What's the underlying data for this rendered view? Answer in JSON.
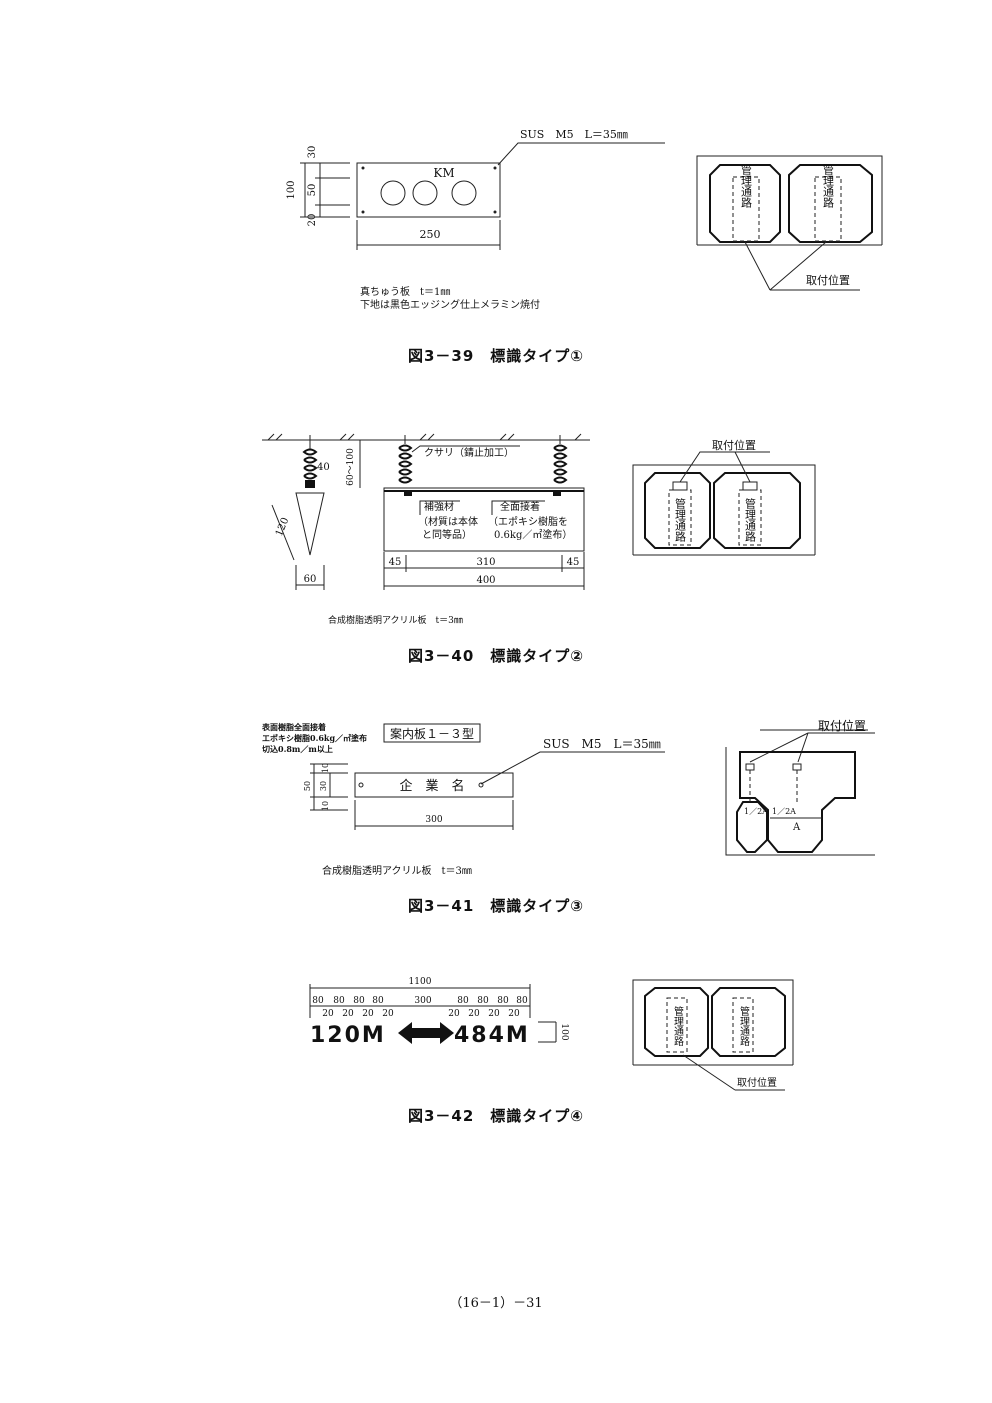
{
  "fig39": {
    "caption": "図3－39　標識タイプ①",
    "bolt": "SUS　M5　L＝35㎜",
    "plate_text": "KM",
    "dim_30": "30",
    "dim_50": "50",
    "dim_20": "20",
    "dim_100": "100",
    "dim_250": "250",
    "note1": "真ちゅう板　t＝1㎜",
    "note2": "下地は黒色エッジング仕上メラミン焼付",
    "tunnel_label": "管理通路",
    "mount": "取付位置"
  },
  "fig40": {
    "caption": "図3－40　標識タイプ②",
    "chain": "クサリ（錆止加工）",
    "dim_40": "40",
    "dim_60_100": "60～100",
    "dim_120": "120",
    "dim_60": "60",
    "reinforce": "補強材",
    "reinforce_note1": "（材質は本体",
    "reinforce_note2": "と同等品）",
    "bond": "全面接着",
    "bond_note1": "（エポキシ樹脂を",
    "bond_note2": "0.6kg／㎡塗布）",
    "dim_45a": "45",
    "dim_310": "310",
    "dim_45b": "45",
    "dim_400": "400",
    "note": "合成樹脂透明アクリル板　t＝3㎜",
    "tunnel_label": "管理通路",
    "mount": "取付位置"
  },
  "fig41": {
    "caption": "図3－41　標識タイプ③",
    "note_a": "表面樹脂全面接着",
    "note_b": "エポキシ樹脂0.6kg／㎡塗布",
    "note_c": "切込0.8m／m以上",
    "boxed": "案内板１－３型",
    "bolt": "SUS　M5　L＝35㎜",
    "plate_text": "企　業　名",
    "dim_10a": "10",
    "dim_30": "30",
    "dim_50": "50",
    "dim_10b": "10",
    "dim_300": "300",
    "note": "合成樹脂透明アクリル板　t＝3㎜",
    "mount": "取付位置",
    "half_a": "1／2A",
    "half_b": "1／2A",
    "a": "A"
  },
  "fig42": {
    "caption": "図3－42　標識タイプ④",
    "dim_1100": "1100",
    "top_dims": [
      "80",
      "80",
      "80",
      "80",
      "300",
      "80",
      "80",
      "80",
      "80"
    ],
    "bottom_dims": [
      "20",
      "20",
      "20",
      "20",
      "20",
      "20",
      "20",
      "20"
    ],
    "left_text": "120M",
    "right_text": "484M",
    "dim_100": "100",
    "tunnel_label": "管理通路",
    "mount": "取付位置"
  },
  "footer": "（16－1）－31"
}
